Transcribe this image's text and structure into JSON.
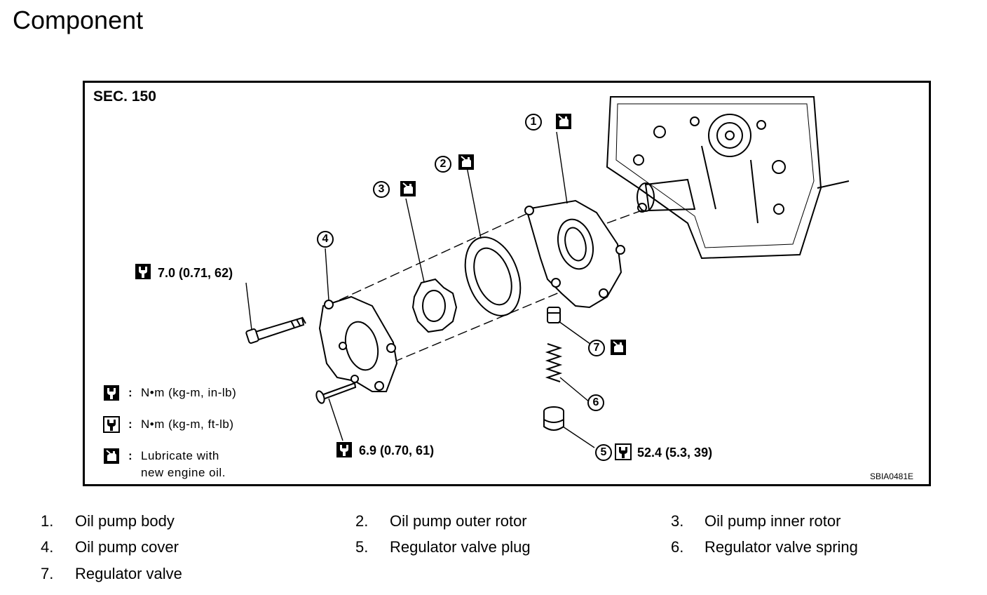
{
  "title": "Component",
  "diagram": {
    "section": "SEC. 150",
    "image_code": "SBIA0481E",
    "torques": {
      "bolt_upper": "7.0 (0.71, 62)",
      "screw_lower": "6.9 (0.70, 61)",
      "plug": "52.4 (5.3, 39)"
    },
    "callouts": [
      "1",
      "2",
      "3",
      "4",
      "5",
      "6",
      "7"
    ],
    "legend": {
      "nm_in_lb": "N•m (kg-m, in-lb)",
      "nm_ft_lb": "N•m (kg-m, ft-lb)",
      "lubricate_line1": "Lubricate with",
      "lubricate_line2": "new engine oil."
    },
    "icons": [
      "torque-wrench-in-lb-icon",
      "torque-wrench-ft-lb-icon",
      "oil-can-icon"
    ]
  },
  "parts": [
    {
      "num": "1.",
      "label": "Oil pump body"
    },
    {
      "num": "2.",
      "label": "Oil pump outer rotor"
    },
    {
      "num": "3.",
      "label": "Oil pump inner rotor"
    },
    {
      "num": "4.",
      "label": "Oil pump cover"
    },
    {
      "num": "5.",
      "label": "Regulator valve plug"
    },
    {
      "num": "6.",
      "label": "Regulator valve spring"
    },
    {
      "num": "7.",
      "label": "Regulator valve"
    }
  ]
}
